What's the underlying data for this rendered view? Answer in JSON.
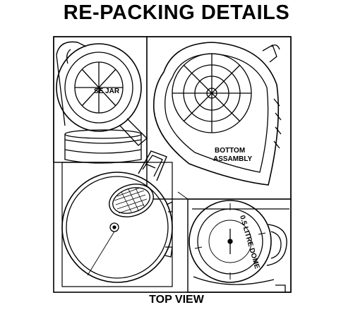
{
  "header": {
    "title": "RE-PACKING DETAILS"
  },
  "labels": {
    "jar": "SE JAR",
    "bottom_line1": "BOTTOM",
    "bottom_line2": "ASSAMBLY",
    "dome": "0.5 LITRE DOME"
  },
  "footer": {
    "caption": "TOP VIEW"
  },
  "colors": {
    "ink": "#000000",
    "paper": "#ffffff"
  }
}
